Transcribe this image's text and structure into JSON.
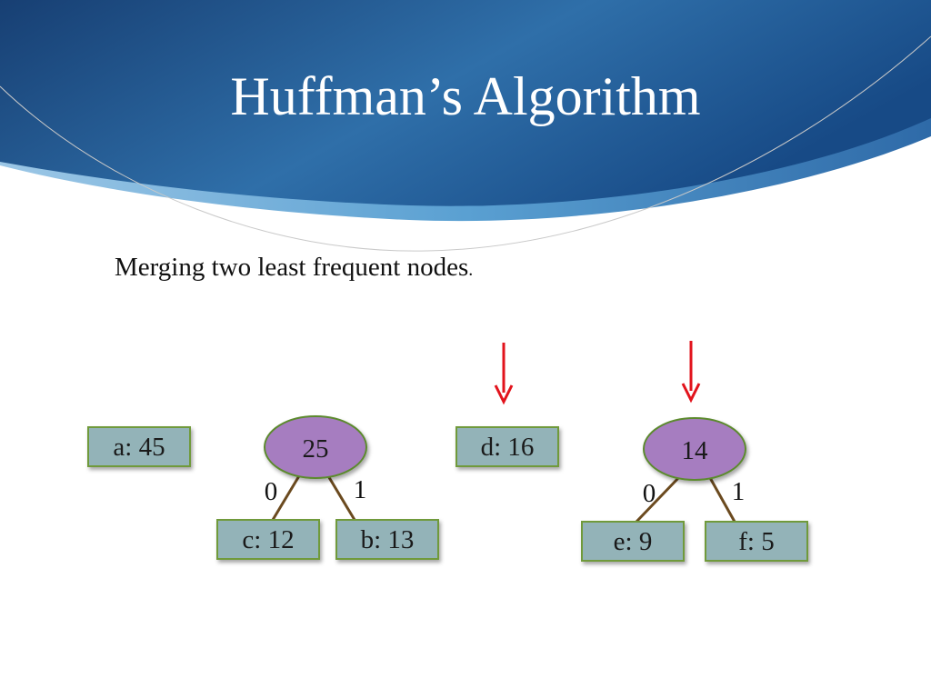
{
  "slide": {
    "title": "Huffman’s Algorithm",
    "subtitle": "Merging two least frequent nodes",
    "subtitle_period": "."
  },
  "colors": {
    "header_dark": "#1d4b84",
    "header_light": "#4a90c8",
    "leaf_fill": "#93b3b8",
    "leaf_stroke": "#6f9a3a",
    "node_fill": "#a67dc0",
    "node_stroke": "#5c8a2e",
    "edge": "#6b4a1f",
    "arrow": "#e2131c"
  },
  "diagram": {
    "leaves": {
      "a": "a: 45",
      "d": "d: 16",
      "c": "c: 12",
      "b": "b: 13",
      "e": "e: 9",
      "f": "f: 5"
    },
    "nodes": {
      "n25": "25",
      "n14": "14"
    },
    "edge_labels": {
      "n25_left": "0",
      "n25_right": "1",
      "n14_left": "0",
      "n14_right": "1"
    },
    "arrows": [
      "points-to-d-16",
      "points-to-14"
    ]
  }
}
